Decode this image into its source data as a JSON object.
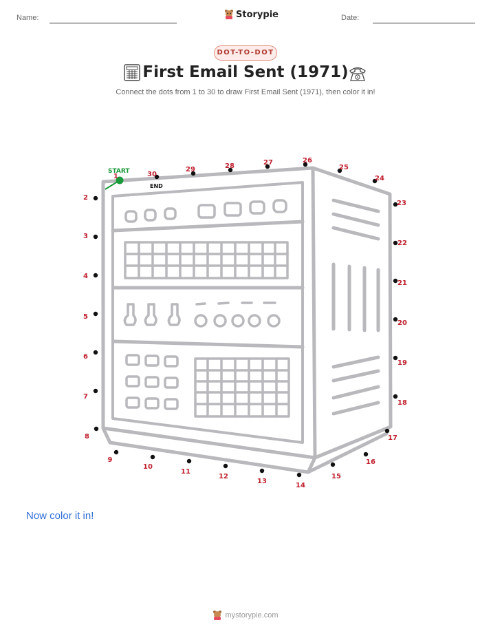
{
  "header": {
    "name_label": "Name:",
    "date_label": "Date:",
    "brand": "Storypie"
  },
  "badge": "DOT-TO-DOT",
  "title": "First Email Sent (1971)",
  "subtitle": "Connect the dots from 1 to 30 to draw First Email Sent (1971), then color it in!",
  "start_label": "START",
  "end_label": "END",
  "color_prompt": "Now color it in!",
  "footer": "mystorypie.com",
  "icons": {
    "left": "computer-icon",
    "right": "telephone-icon",
    "brand": "bear-logo-icon"
  },
  "colors": {
    "number": "#c0202f",
    "start": "#1a9a3a",
    "badge": "#b03a2e",
    "prompt": "#2f6fd6",
    "line_art": "#b9b9bd"
  },
  "dots": [
    {
      "n": "1"
    },
    {
      "n": "2"
    },
    {
      "n": "3"
    },
    {
      "n": "4"
    },
    {
      "n": "5"
    },
    {
      "n": "6"
    },
    {
      "n": "7"
    },
    {
      "n": "8"
    },
    {
      "n": "9"
    },
    {
      "n": "10"
    },
    {
      "n": "11"
    },
    {
      "n": "12"
    },
    {
      "n": "13"
    },
    {
      "n": "14"
    },
    {
      "n": "15"
    },
    {
      "n": "16"
    },
    {
      "n": "17"
    },
    {
      "n": "18"
    },
    {
      "n": "19"
    },
    {
      "n": "20"
    },
    {
      "n": "21"
    },
    {
      "n": "22"
    },
    {
      "n": "23"
    },
    {
      "n": "24"
    },
    {
      "n": "25"
    },
    {
      "n": "26"
    },
    {
      "n": "27"
    },
    {
      "n": "28"
    },
    {
      "n": "29"
    },
    {
      "n": "30"
    }
  ]
}
